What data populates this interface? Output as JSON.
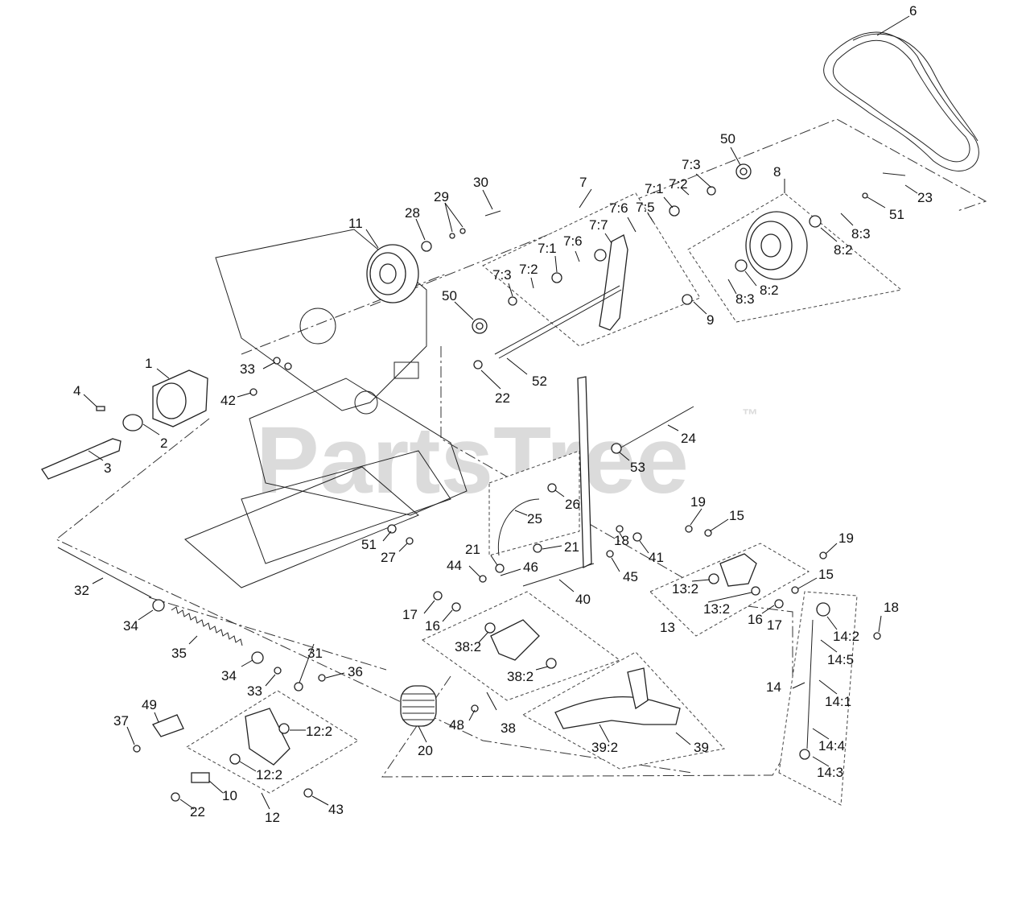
{
  "watermark": {
    "text": "PartsTree",
    "tm": "™"
  },
  "callouts": [
    {
      "id": "c-6",
      "label": "6"
    },
    {
      "id": "c-50a",
      "label": "50"
    },
    {
      "id": "c-8",
      "label": "8"
    },
    {
      "id": "c-7",
      "label": "7"
    },
    {
      "id": "c-7-3a",
      "label": "7:3"
    },
    {
      "id": "c-7-1a",
      "label": "7:1"
    },
    {
      "id": "c-7-2a",
      "label": "7:2"
    },
    {
      "id": "c-7-6a",
      "label": "7:6"
    },
    {
      "id": "c-7-5",
      "label": "7:5"
    },
    {
      "id": "c-7-7",
      "label": "7:7"
    },
    {
      "id": "c-7-1b",
      "label": "7:1"
    },
    {
      "id": "c-7-6b",
      "label": "7:6"
    },
    {
      "id": "c-7-3b",
      "label": "7:3"
    },
    {
      "id": "c-7-2b",
      "label": "7:2"
    },
    {
      "id": "c-23",
      "label": "23"
    },
    {
      "id": "c-51a",
      "label": "51"
    },
    {
      "id": "c-8-3a",
      "label": "8:3"
    },
    {
      "id": "c-8-2a",
      "label": "8:2"
    },
    {
      "id": "c-8-2b",
      "label": "8:2"
    },
    {
      "id": "c-8-3b",
      "label": "8:3"
    },
    {
      "id": "c-9",
      "label": "9"
    },
    {
      "id": "c-30",
      "label": "30"
    },
    {
      "id": "c-29",
      "label": "29"
    },
    {
      "id": "c-28",
      "label": "28"
    },
    {
      "id": "c-11",
      "label": "11"
    },
    {
      "id": "c-50b",
      "label": "50"
    },
    {
      "id": "c-52",
      "label": "52"
    },
    {
      "id": "c-22a",
      "label": "22"
    },
    {
      "id": "c-1",
      "label": "1"
    },
    {
      "id": "c-33a",
      "label": "33"
    },
    {
      "id": "c-42",
      "label": "42"
    },
    {
      "id": "c-4",
      "label": "4"
    },
    {
      "id": "c-2",
      "label": "2"
    },
    {
      "id": "c-3",
      "label": "3"
    },
    {
      "id": "c-24",
      "label": "24"
    },
    {
      "id": "c-53",
      "label": "53"
    },
    {
      "id": "c-26",
      "label": "26"
    },
    {
      "id": "c-25",
      "label": "25"
    },
    {
      "id": "c-21a",
      "label": "21"
    },
    {
      "id": "c-21b",
      "label": "21"
    },
    {
      "id": "c-44",
      "label": "44"
    },
    {
      "id": "c-46",
      "label": "46"
    },
    {
      "id": "c-51b",
      "label": "51"
    },
    {
      "id": "c-27",
      "label": "27"
    },
    {
      "id": "c-19a",
      "label": "19"
    },
    {
      "id": "c-15a",
      "label": "15"
    },
    {
      "id": "c-18a",
      "label": "18"
    },
    {
      "id": "c-41",
      "label": "41"
    },
    {
      "id": "c-45",
      "label": "45"
    },
    {
      "id": "c-40",
      "label": "40"
    },
    {
      "id": "c-19b",
      "label": "19"
    },
    {
      "id": "c-15b",
      "label": "15"
    },
    {
      "id": "c-13-2a",
      "label": "13:2"
    },
    {
      "id": "c-13-2b",
      "label": "13:2"
    },
    {
      "id": "c-13",
      "label": "13"
    },
    {
      "id": "c-16a",
      "label": "16"
    },
    {
      "id": "c-17a",
      "label": "17"
    },
    {
      "id": "c-18b",
      "label": "18"
    },
    {
      "id": "c-14-2",
      "label": "14:2"
    },
    {
      "id": "c-14-5",
      "label": "14:5"
    },
    {
      "id": "c-14",
      "label": "14"
    },
    {
      "id": "c-14-1",
      "label": "14:1"
    },
    {
      "id": "c-14-4",
      "label": "14:4"
    },
    {
      "id": "c-14-3",
      "label": "14:3"
    },
    {
      "id": "c-32",
      "label": "32"
    },
    {
      "id": "c-34a",
      "label": "34"
    },
    {
      "id": "c-35",
      "label": "35"
    },
    {
      "id": "c-34b",
      "label": "34"
    },
    {
      "id": "c-33b",
      "label": "33"
    },
    {
      "id": "c-31",
      "label": "31"
    },
    {
      "id": "c-36",
      "label": "36"
    },
    {
      "id": "c-17b",
      "label": "17"
    },
    {
      "id": "c-16b",
      "label": "16"
    },
    {
      "id": "c-38-2a",
      "label": "38:2"
    },
    {
      "id": "c-38-2b",
      "label": "38:2"
    },
    {
      "id": "c-38",
      "label": "38"
    },
    {
      "id": "c-48",
      "label": "48"
    },
    {
      "id": "c-39-2",
      "label": "39:2"
    },
    {
      "id": "c-39",
      "label": "39"
    },
    {
      "id": "c-20",
      "label": "20"
    },
    {
      "id": "c-37",
      "label": "37"
    },
    {
      "id": "c-49",
      "label": "49"
    },
    {
      "id": "c-12-2a",
      "label": "12:2"
    },
    {
      "id": "c-12-2b",
      "label": "12:2"
    },
    {
      "id": "c-10",
      "label": "10"
    },
    {
      "id": "c-22b",
      "label": "22"
    },
    {
      "id": "c-12",
      "label": "12"
    },
    {
      "id": "c-43",
      "label": "43"
    }
  ]
}
